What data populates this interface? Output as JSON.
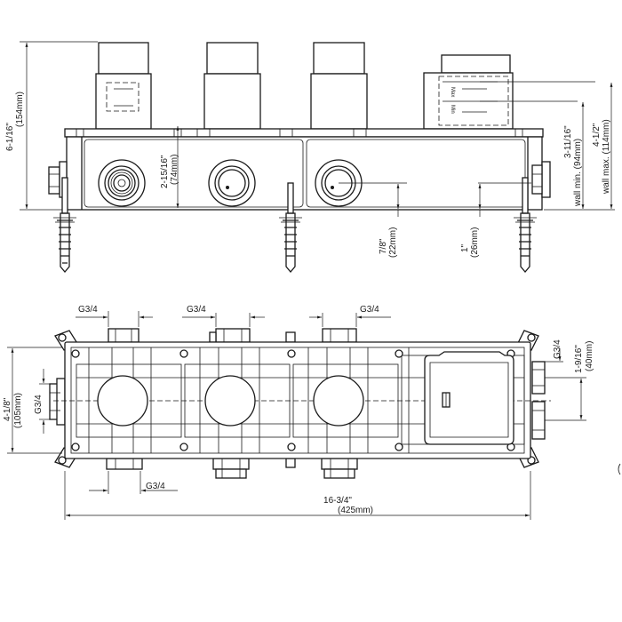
{
  "top_view": {
    "height_total": "6-1/16\"",
    "height_total_mm": "(154mm)",
    "depth_mid": "2-15/16\"",
    "depth_mid_mm": "(74mm)",
    "wall_min": "3-11/16\"",
    "wall_min_mm": "wall min. (94mm)",
    "wall_max": "4-1/2\"",
    "wall_max_mm": "wall max. (114mm)",
    "offset_a": "7/8\"",
    "offset_a_mm": "(22mm)",
    "offset_b": "1\"",
    "offset_b_mm": "(26mm)",
    "label_max": "Max",
    "label_min": "Min"
  },
  "plan_view": {
    "thread_top_1": "G3/4",
    "thread_top_2": "G3/4",
    "thread_top_3": "G3/4",
    "thread_bottom": "G3/4",
    "thread_left": "G3/4",
    "thread_right": "G3/4",
    "height": "4-1/8\"",
    "height_mm": "(105mm)",
    "spacing": "1-9/16\"",
    "spacing_mm": "(40mm)",
    "width": "16-3/4\"",
    "width_mm": "(425mm)"
  }
}
